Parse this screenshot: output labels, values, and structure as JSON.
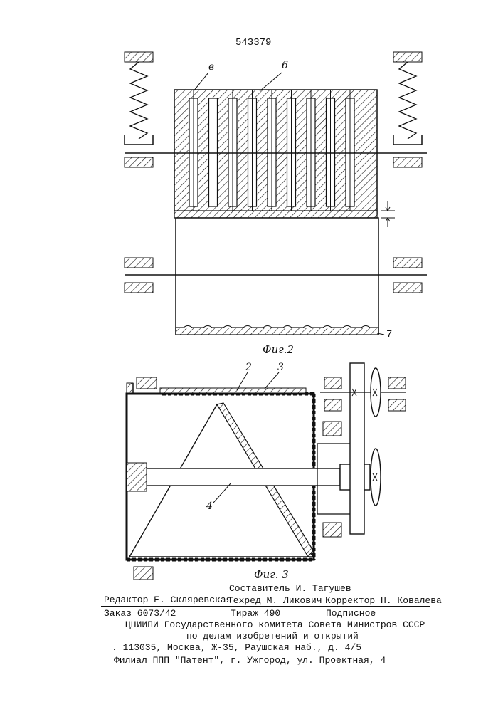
{
  "patent_number": "543379",
  "figure2": {
    "caption": "Фиг.2",
    "labels": {
      "l_v": "в",
      "l_6": "6",
      "l_7": "7"
    }
  },
  "figure3": {
    "caption": "Фиг. 3",
    "labels": {
      "l_2": "2",
      "l_3": "3",
      "l_4": "4"
    }
  },
  "credits": {
    "compiler": "Составитель И. Тагушев",
    "editor": "Редактор Е. Скляревская",
    "techred": "Техред М. Ликович",
    "corrector": "Корректор Н. Ковалева"
  },
  "imprint": {
    "order": "Заказ 6073/42",
    "circulation": "Тираж 490",
    "subscription": "Подписное",
    "org_line1": "ЦНИИПИ Государственного комитета Совета Министров СССР",
    "org_line2": "по делам изобретений и открытий",
    "address": ". 113035, Москва, Ж-35, Раушская наб., д. 4/5",
    "branch": "Филиал ППП \"Патент\", г. Ужгород, ул. Проектная, 4"
  }
}
